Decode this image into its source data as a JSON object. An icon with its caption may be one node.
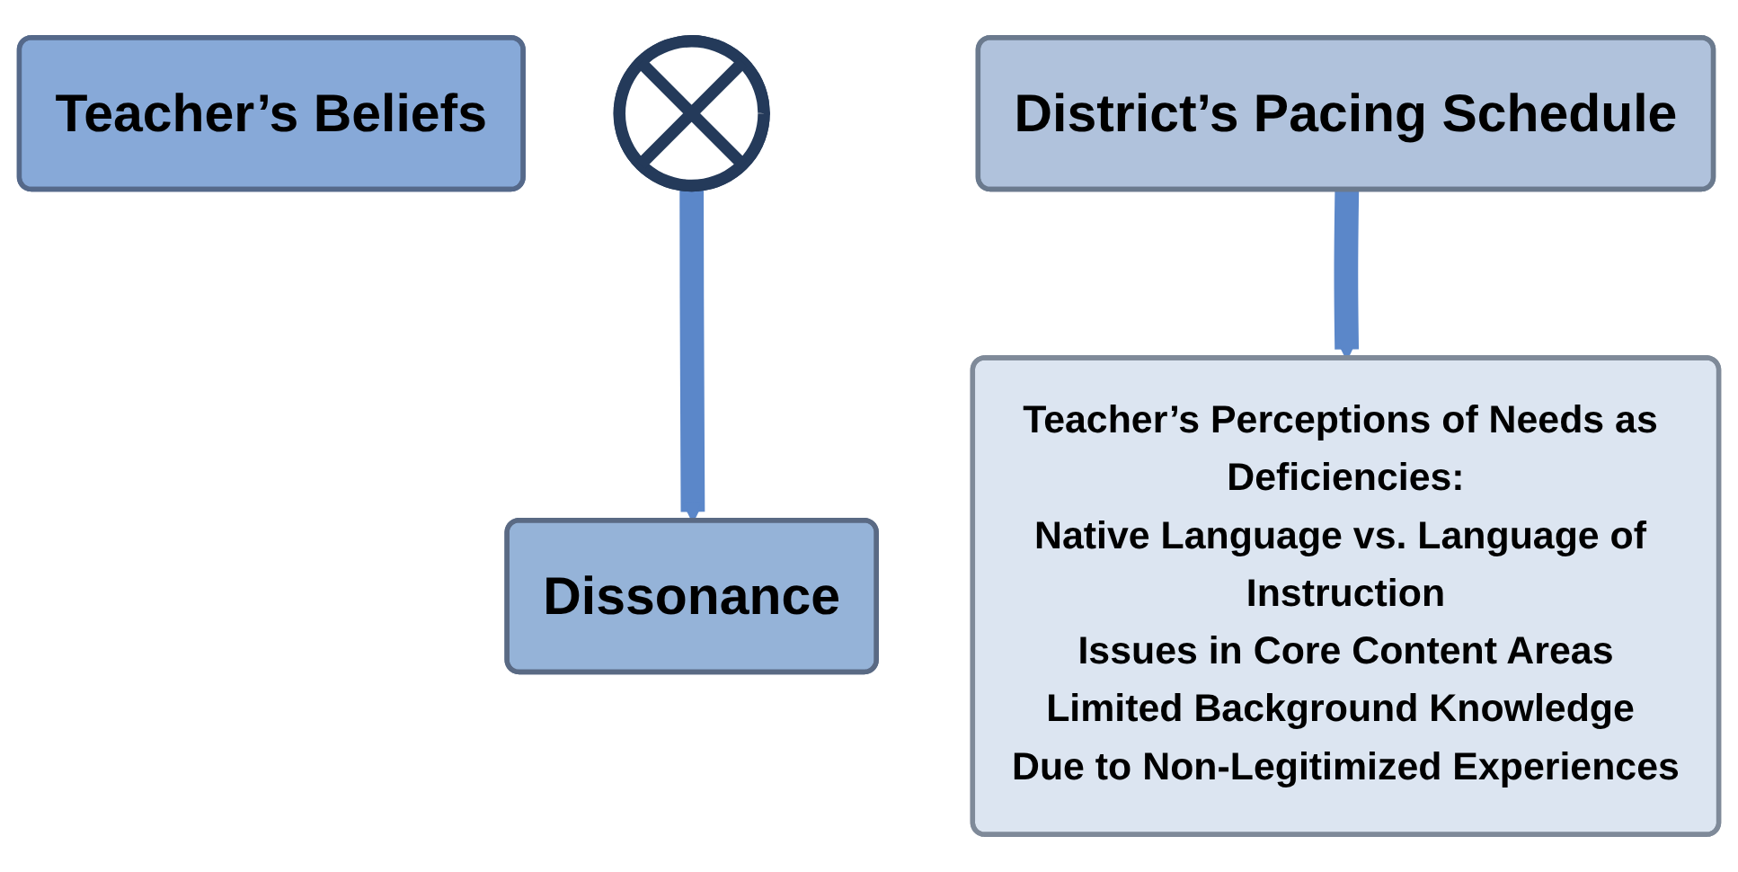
{
  "diagram": {
    "nodes": [
      {
        "text": [
          "Teacher’s Beliefs"
        ]
      },
      {
        "text": [],
        "shape": "plus"
      },
      {
        "text": [
          "District’s Pacing Schedule"
        ]
      },
      {
        "text": [
          "Dissonance"
        ]
      },
      {
        "text": [
          "Teacher’s Perceptions of Needs as Deficiencies:",
          "Native Language vs. Language of Instruction",
          "Issues in Core Content Areas",
          "Limited Background Knowledge Due to Non-Legitimized Experiences"
        ]
      }
    ],
    "edges": [
      {
        "from": 1,
        "to": 3,
        "arrow": "to"
      },
      {
        "from": 2,
        "to": 4,
        "arrow": "to"
      }
    ]
  }
}
